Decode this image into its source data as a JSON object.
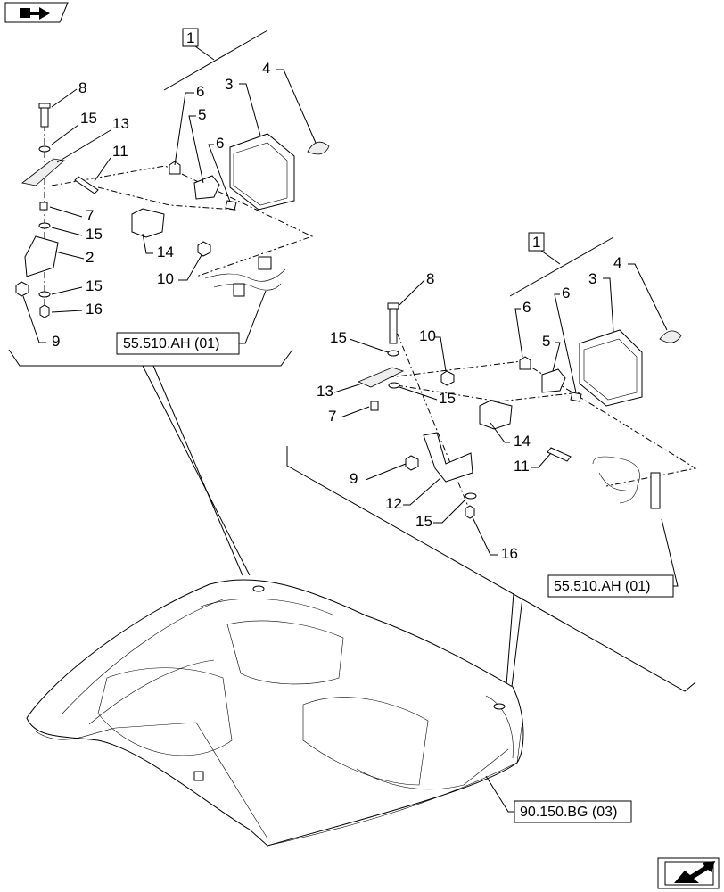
{
  "callouts": {
    "left": {
      "group": "1",
      "c8": "8",
      "c15a": "15",
      "c13": "13",
      "c11": "11",
      "c7": "7",
      "c15b": "15",
      "c2": "2",
      "c15c": "15",
      "c16": "16",
      "c9": "9",
      "c6a": "6",
      "c5": "5",
      "c6b": "6",
      "c3": "3",
      "c4": "4",
      "c14": "14",
      "c10": "10",
      "ref": "55.510.AH (01)"
    },
    "right": {
      "group": "1",
      "c8": "8",
      "c15a": "15",
      "c13": "13",
      "c7": "7",
      "c10": "10",
      "c15b": "15",
      "c6a": "6",
      "c5": "5",
      "c6b": "6",
      "c3": "3",
      "c4": "4",
      "c14": "14",
      "c11": "11",
      "c9": "9",
      "c12": "12",
      "c15c": "15",
      "c16": "16",
      "ref": "55.510.AH (01)"
    },
    "roof_ref": "90.150.BG (03)"
  },
  "icons": {
    "top_left": "book-arrow-icon",
    "bottom_right": "next-page-arrow-icon"
  }
}
